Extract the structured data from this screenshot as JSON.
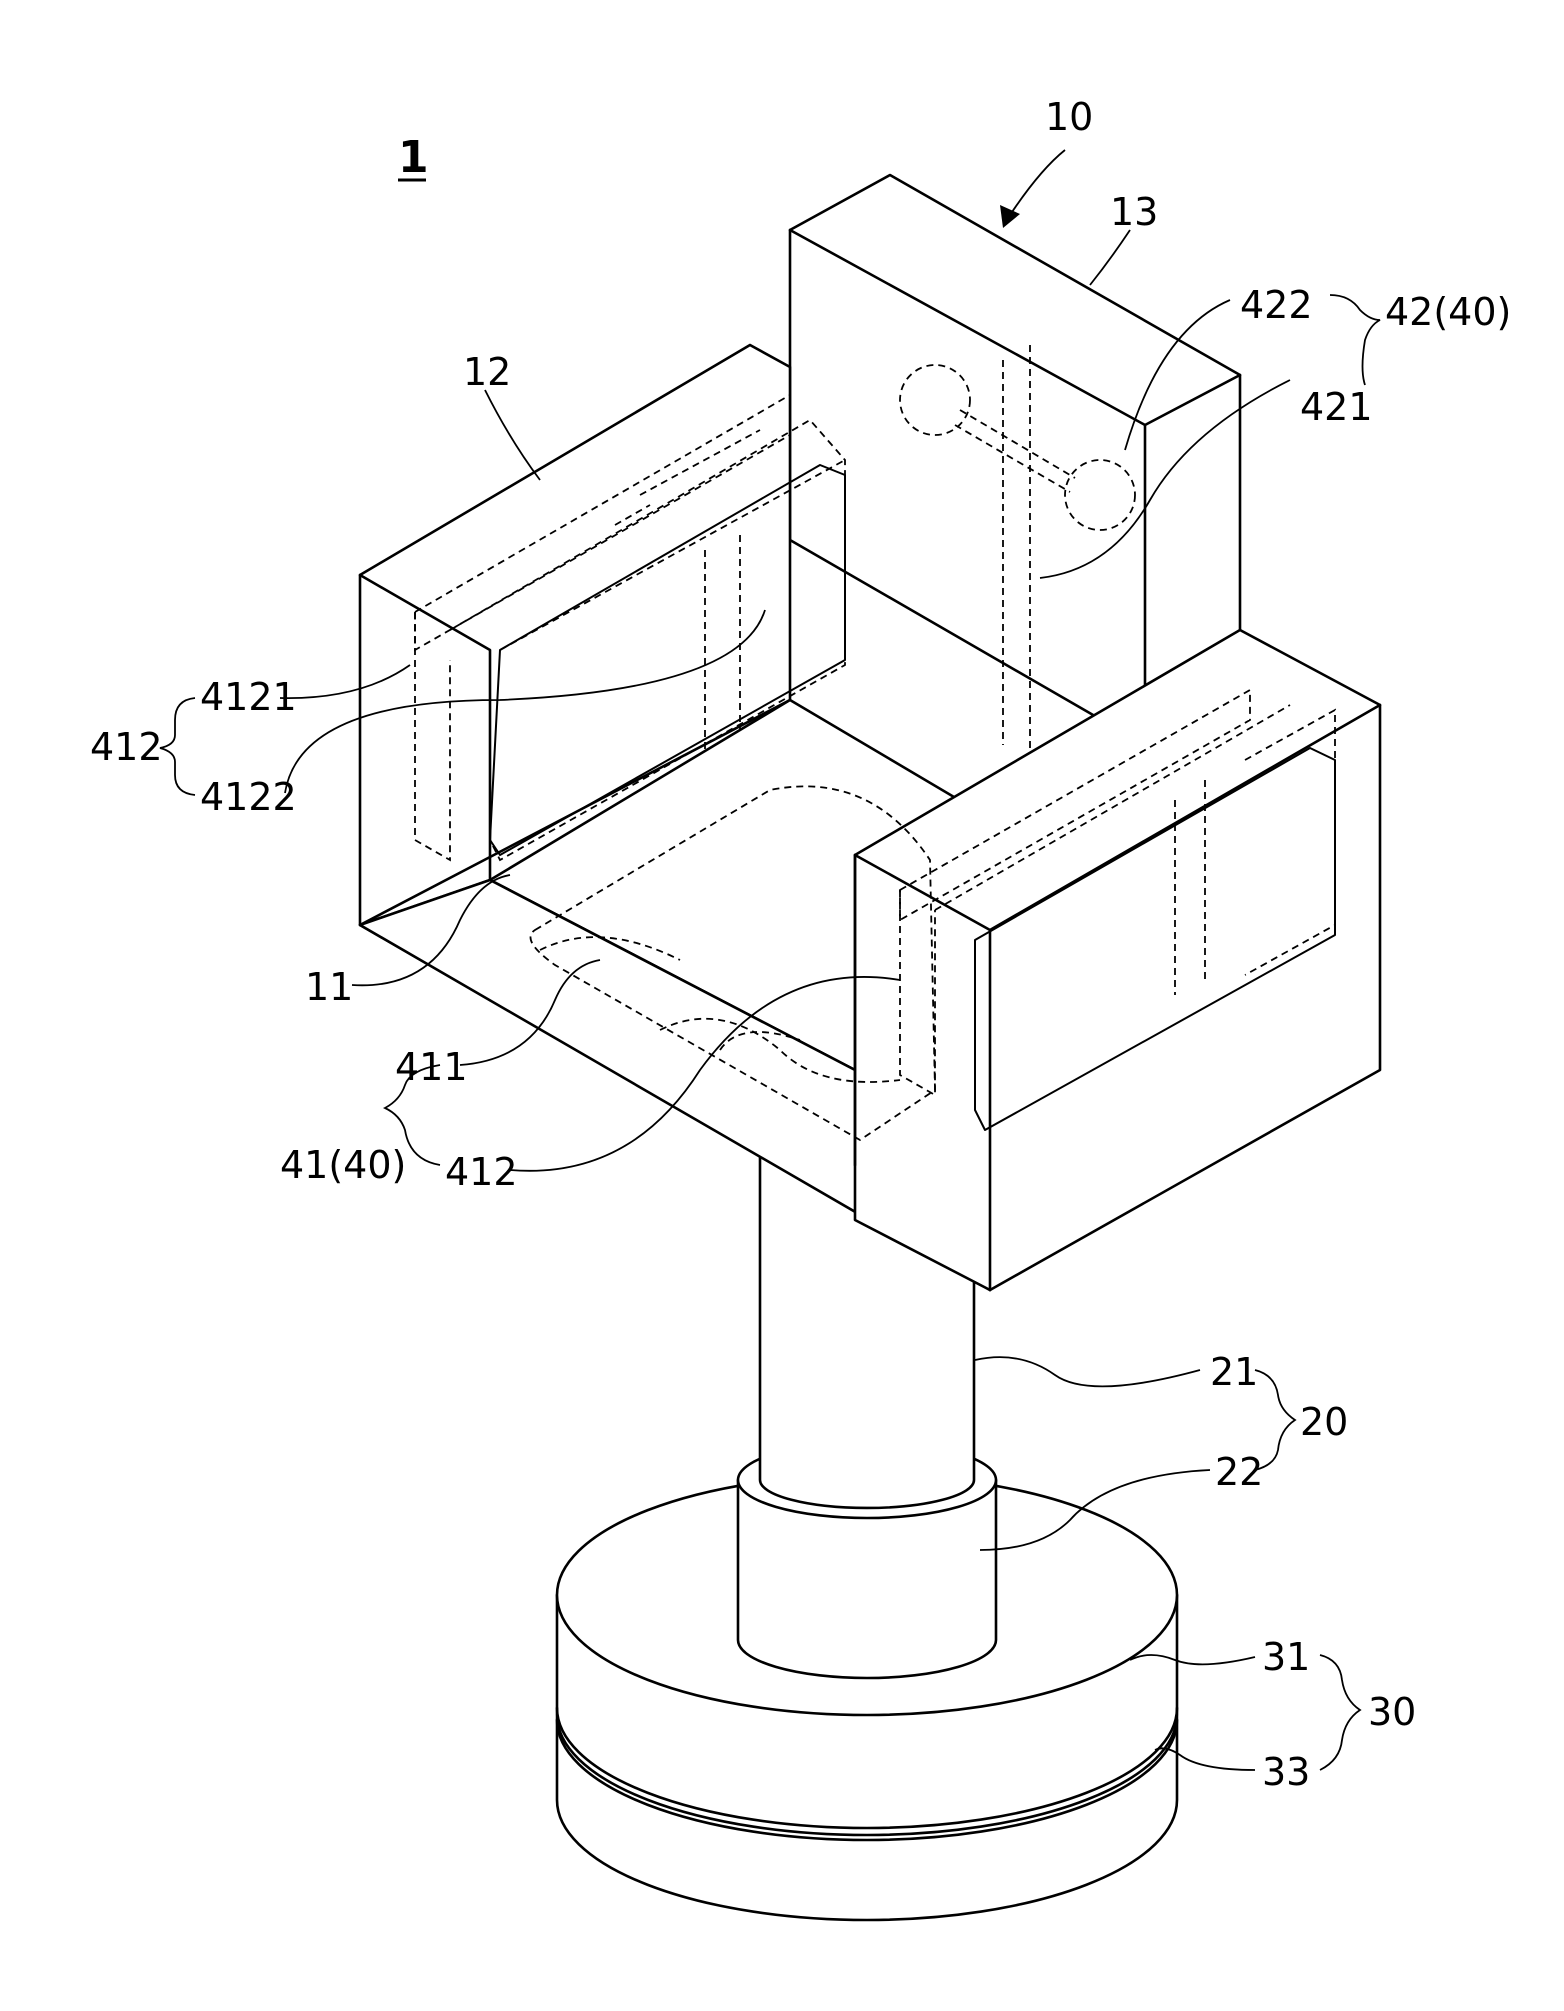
{
  "labels": {
    "figure_ref": "1",
    "l10": "10",
    "l13": "13",
    "l12": "12",
    "l422": "422",
    "l42_40": "42(40)",
    "l421": "421",
    "l4121": "4121",
    "l412_top": "412",
    "l4122": "4122",
    "l11": "11",
    "l411": "411",
    "l41_40": "41(40)",
    "l412_bottom": "412",
    "l21": "21",
    "l20": "20",
    "l22": "22",
    "l31": "31",
    "l30": "30",
    "l33": "33"
  }
}
